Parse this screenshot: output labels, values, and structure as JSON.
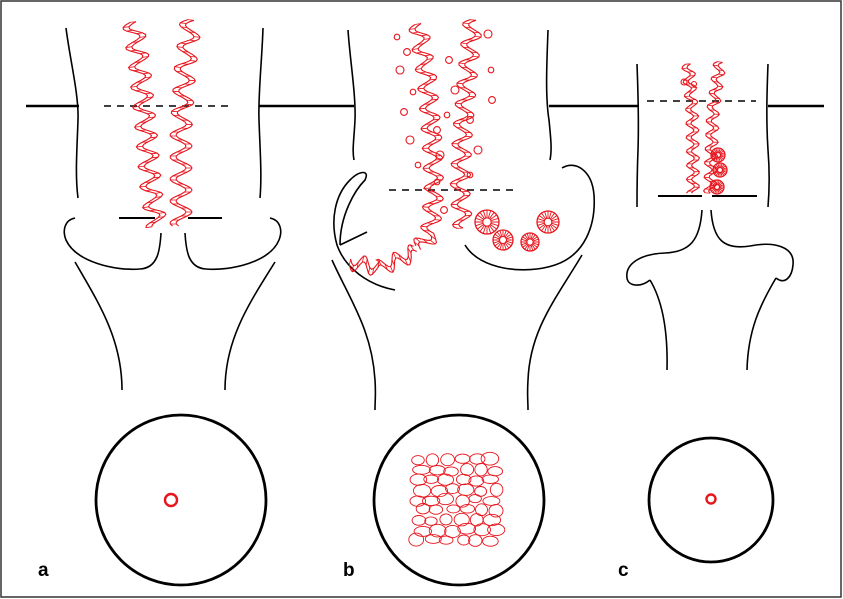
{
  "panels": [
    {
      "id": "a",
      "label": "a"
    },
    {
      "id": "b",
      "label": "b"
    },
    {
      "id": "c",
      "label": "c"
    }
  ],
  "colors": {
    "stroke": "#000000",
    "highlight": "#e8141c",
    "background": "#ffffff"
  }
}
